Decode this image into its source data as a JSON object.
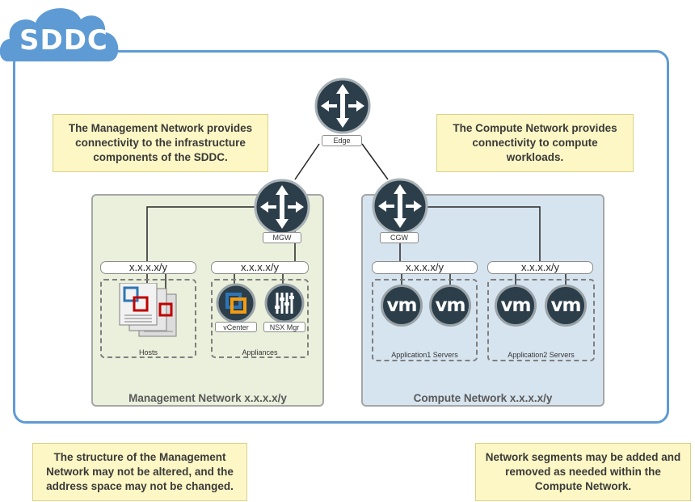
{
  "title": "SDDC",
  "notes": {
    "management_network": "The Management Network provides connectivity to the infrastructure components of the SDDC.",
    "compute_network": "The Compute Network provides connectivity to compute workloads.",
    "management_structure": "The structure of the Management Network may not be altered, and the address space may not be changed.",
    "network_segments": "Network segments may be added and removed as needed within the Compute Network."
  },
  "routers": {
    "edge": "Edge",
    "mgw": "MGW",
    "cgw": "CGW"
  },
  "management": {
    "label": "Management Network x.x.x.x/y",
    "segment_hosts": "x.x.x.x/y",
    "segment_appliances": "x.x.x.x/y",
    "hosts_label": "Hosts",
    "appliances_label": "Appliances",
    "vcenter_label": "vCenter",
    "nsx_label": "NSX Mgr"
  },
  "compute": {
    "label": "Compute Network x.x.x.x/y",
    "segment_app1": "x.x.x.x/y",
    "segment_app2": "x.x.x.x/y",
    "app1_label": "Application1 Servers",
    "app2_label": "Application2 Servers",
    "vm_label": "vm"
  },
  "colors": {
    "frame": "#5e9bd5",
    "cloud": "#5e9bd5",
    "mgmt_fill": "#ebf0dc",
    "compute_fill": "#d6e4ef",
    "note_fill": "#fcf7c4",
    "router_fill": "#2c3e4a"
  }
}
